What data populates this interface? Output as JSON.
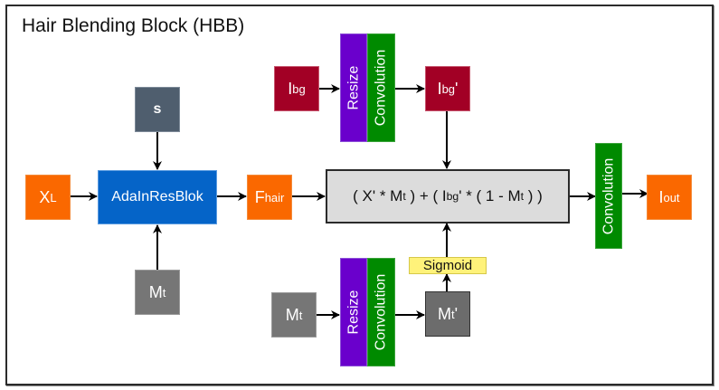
{
  "title": "Hair Blending Block (HBB)",
  "nodes": {
    "x_l": {
      "main": "X",
      "sub": "L"
    },
    "s": {
      "label": "s"
    },
    "adain": {
      "label": "AdaInResBlok"
    },
    "m_t_left": {
      "main": "M",
      "sub": "t"
    },
    "f_hair": {
      "main": "F",
      "sub": "hair"
    },
    "i_bg": {
      "main": "I",
      "sub": "bg"
    },
    "resize_top": {
      "label": "Resize"
    },
    "conv_top": {
      "label": "Convolution"
    },
    "i_bg_prime": {
      "main": "I",
      "sub": "bg",
      "suffix": "'"
    },
    "formula": {
      "p1": "( X' * M",
      "s1": "t",
      "p2": " ) + ( I",
      "s2": "bg",
      "p3": "' * ( 1 - M",
      "s3": "t",
      "p4": " ) )"
    },
    "m_t_bottom": {
      "main": "M",
      "sub": "t"
    },
    "resize_bottom": {
      "label": "Resize"
    },
    "conv_bottom": {
      "label": "Convolution"
    },
    "m_t_prime": {
      "main": "M",
      "sub": "t",
      "suffix": "'"
    },
    "sigmoid": {
      "label": "Sigmoid"
    },
    "conv_out": {
      "label": "Convolution"
    },
    "i_out": {
      "main": "I",
      "sub": "out"
    }
  },
  "colors": {
    "orange": "#fa6800",
    "blue": "#0564c8",
    "slate": "#4f5e6e",
    "grey": "#767676",
    "crimson": "#a20025",
    "purple": "#6a00cc",
    "green": "#008a00",
    "formula_bg": "#dcdcdc",
    "sigmoid_bg": "#fff27a"
  }
}
